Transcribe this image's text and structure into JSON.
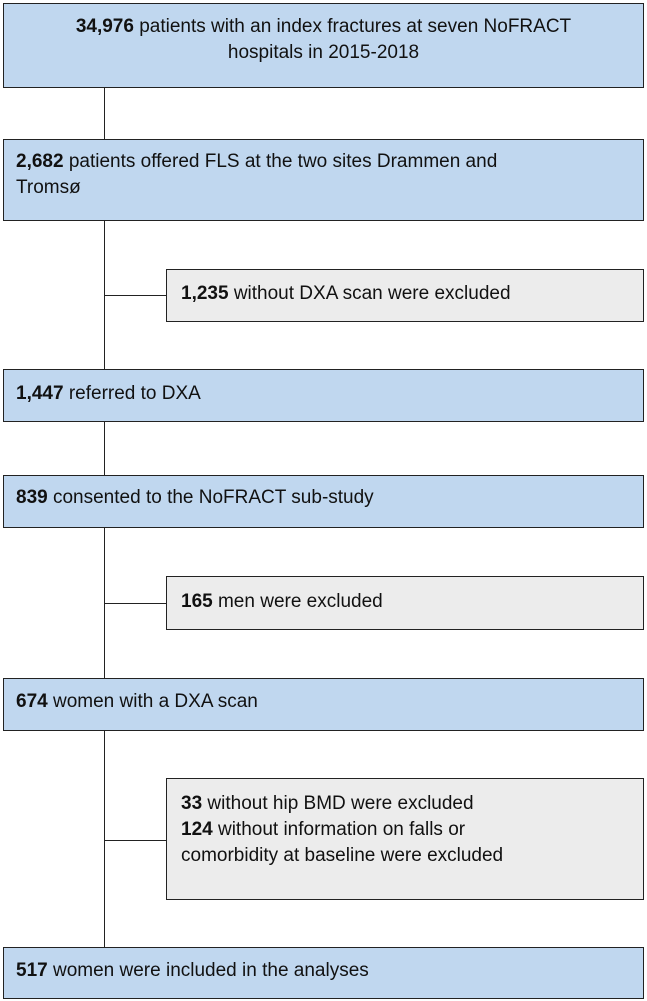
{
  "flow": {
    "box1": {
      "count": "34,976",
      "text": "patients with an index fractures at seven NoFRACT",
      "text2": "hospitals in 2015-2018"
    },
    "box2": {
      "count": "2,682",
      "text": "patients offered FLS at the two sites Drammen and",
      "text2": "Tromsø"
    },
    "excl1": {
      "count": "1,235",
      "text": "without DXA scan were excluded"
    },
    "box3": {
      "count": "1,447",
      "text": "referred to DXA"
    },
    "box4": {
      "count": "839",
      "text": "consented to the NoFRACT sub-study"
    },
    "excl2": {
      "count": "165",
      "text": "men were excluded"
    },
    "box5": {
      "count": "674",
      "text": "women with a DXA scan"
    },
    "excl3": {
      "line1_count": "33",
      "line1_text": "without hip BMD were excluded",
      "line2_count": "124",
      "line2_text": "without information on falls or",
      "line3_text": "comorbidity at baseline were excluded"
    },
    "box6": {
      "count": "517",
      "text": "women were included in the analyses"
    }
  },
  "colors": {
    "main_box_fill": "#c0d7ef",
    "exclusion_box_fill": "#ececec",
    "border": "#222222"
  }
}
